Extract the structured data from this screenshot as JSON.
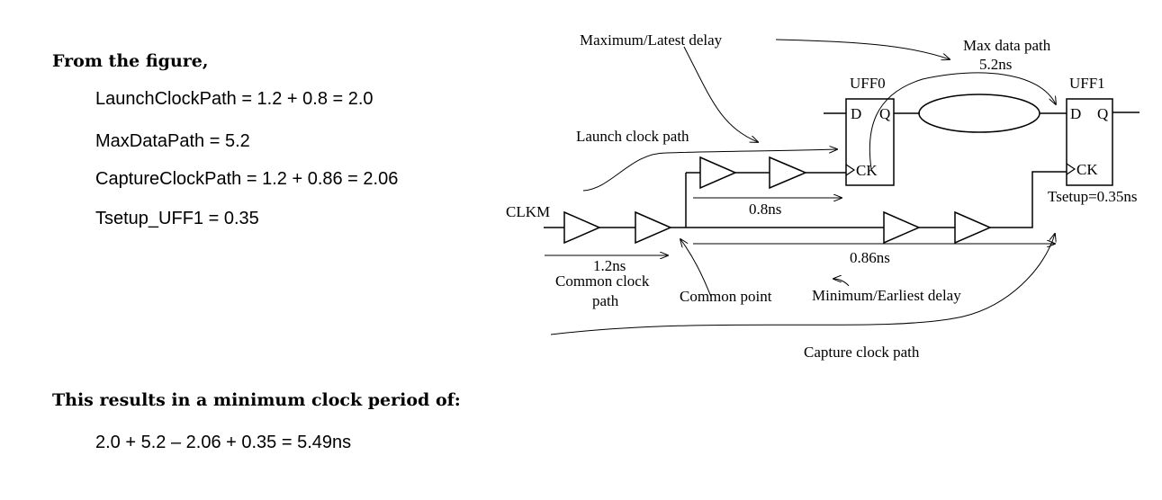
{
  "left": {
    "heading1": "From the figure,",
    "equations": [
      "LaunchClockPath = 1.2 + 0.8 = 2.0",
      "MaxDataPath = 5.2",
      "CaptureClockPath = 1.2 + 0.86 = 2.06",
      "Tsetup_UFF1 = 0.35"
    ],
    "heading2": "This results in a minimum clock period of:",
    "result": "2.0 + 5.2 – 2.06 + 0.35 = 5.49ns"
  },
  "diagram": {
    "max_latest_delay": "Maximum/Latest delay",
    "max_data_path": "Max data path",
    "max_data_path_value": "5.2ns",
    "uff0": "UFF0",
    "uff1": "UFF1",
    "pin_d": "D",
    "pin_q": "Q",
    "pin_ck": "CK",
    "launch_clock_path": "Launch clock path",
    "clkm": "CLKM",
    "launch_delay": "0.8ns",
    "tsetup": "Tsetup=0.35ns",
    "common_delay": "1.2ns",
    "common_clock_path_line1": "Common clock",
    "common_clock_path_line2": "path",
    "common_point": "Common point",
    "capture_delay": "0.86ns",
    "min_earliest_delay": "Minimum/Earliest delay",
    "capture_clock_path": "Capture clock path"
  }
}
